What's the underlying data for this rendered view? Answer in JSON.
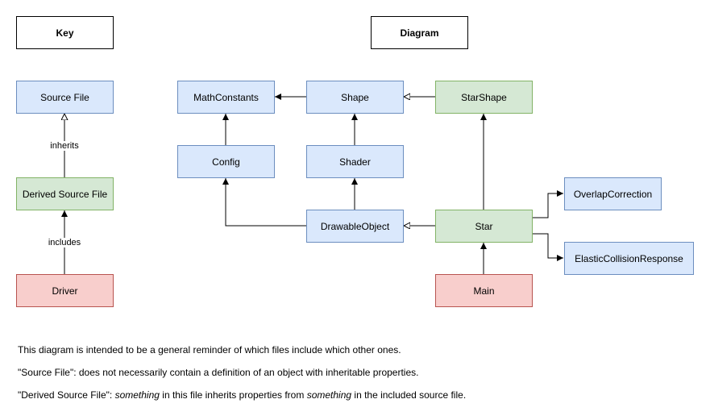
{
  "headers": {
    "key": "Key",
    "diagram": "Diagram"
  },
  "key": {
    "source_file": "Source File",
    "derived_source_file": "Derived Source File",
    "driver": "Driver",
    "inherits_label": "inherits",
    "includes_label": "includes"
  },
  "nodes": {
    "math_constants": "MathConstants",
    "shape": "Shape",
    "star_shape": "StarShape",
    "config": "Config",
    "shader": "Shader",
    "drawable_object": "DrawableObject",
    "star": "Star",
    "overlap_correction": "OverlapCorrection",
    "elastic_collision_response": "ElasticCollisionResponse",
    "main": "Main"
  },
  "notes": {
    "line1": "This diagram is intended to be a general reminder of which files include which other ones.",
    "line2": "\"Source File\": does not necessarily contain a definition of an object with inheritable properties.",
    "line3_a": "\"Derived Source File\": ",
    "line3_b": "something",
    "line3_c": " in this file inherits properties from ",
    "line3_d": "something",
    "line3_e": " in the included source file."
  },
  "colors": {
    "source_fill": "#dae8fc",
    "derived_fill": "#d5e8d4",
    "driver_fill": "#f8cecc"
  }
}
